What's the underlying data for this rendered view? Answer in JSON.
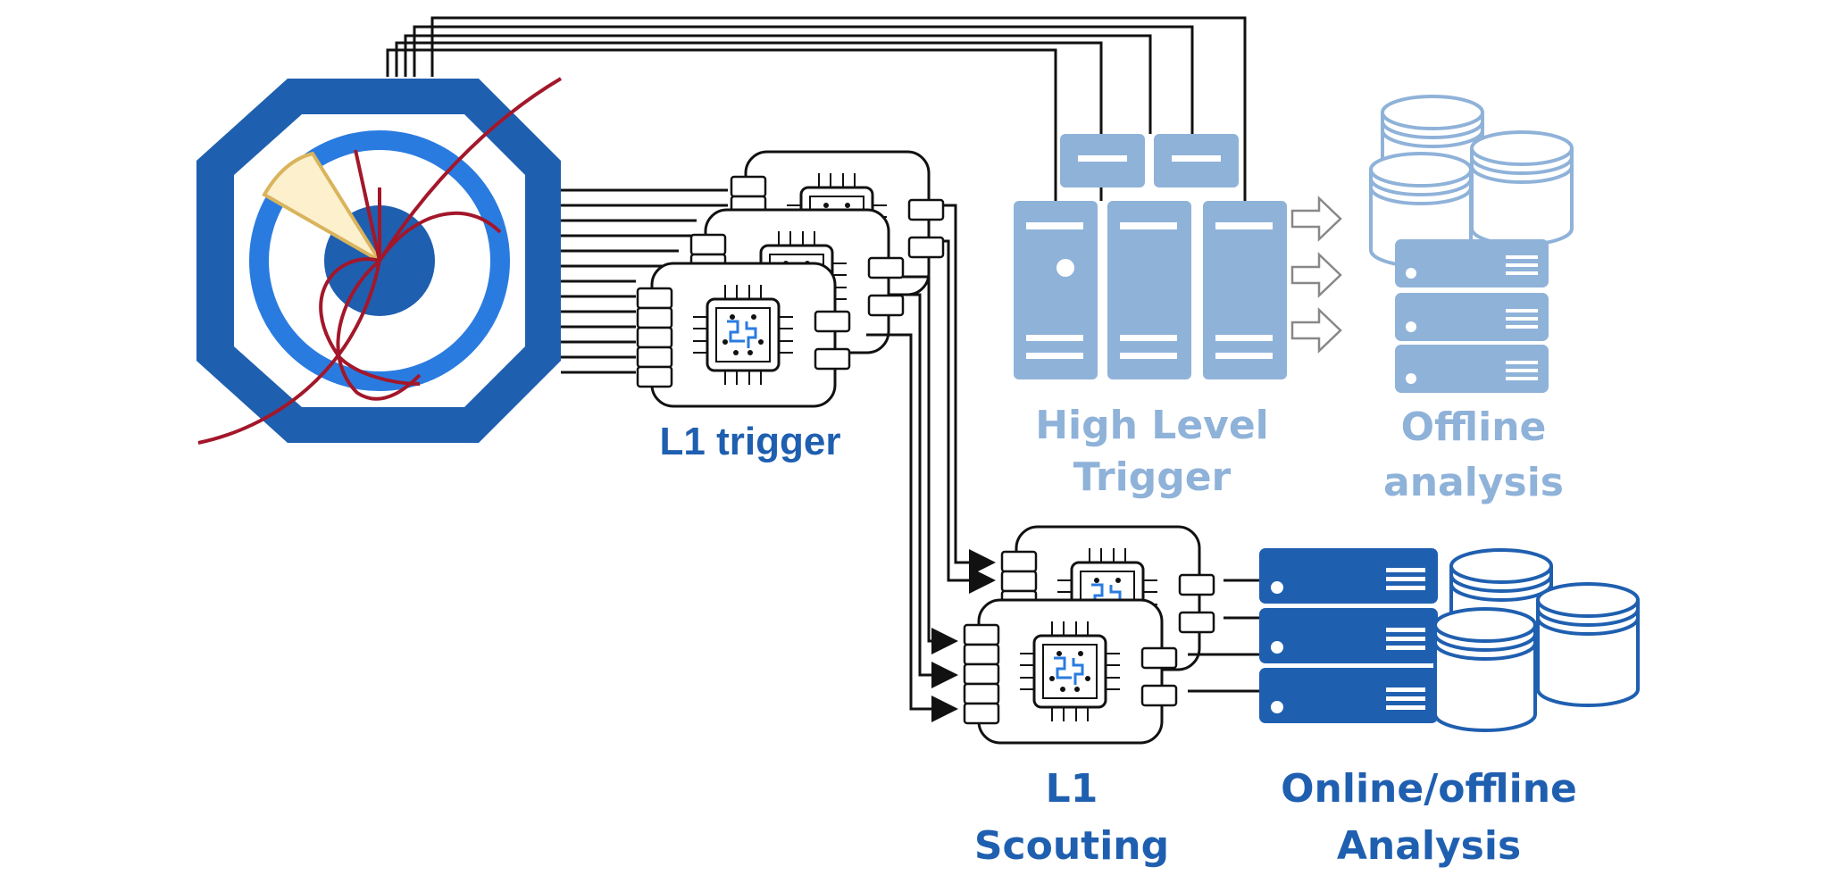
{
  "labels": {
    "l1_trigger": "L1 trigger",
    "hlt_line1": "High Level",
    "hlt_line2": "Trigger",
    "offline_line1": "Offline",
    "offline_line2": "analysis",
    "scouting_line1": "L1",
    "scouting_line2": "Scouting",
    "online_line1": "Online/offline",
    "online_line2": "Analysis"
  },
  "colors": {
    "dark_blue": "#1f5fb0",
    "mid_blue": "#2a7be0",
    "light_blue": "#8fb2d9",
    "track_red": "#a3172a",
    "wedge_fill": "#fdf0cc",
    "wedge_stroke": "#d9b45c",
    "wire": "#111111"
  },
  "icons": [
    "detector-octagon-icon",
    "fpga-board-icon",
    "server-rack-icon",
    "database-icon",
    "arrow-right-icon",
    "chip-icon"
  ]
}
